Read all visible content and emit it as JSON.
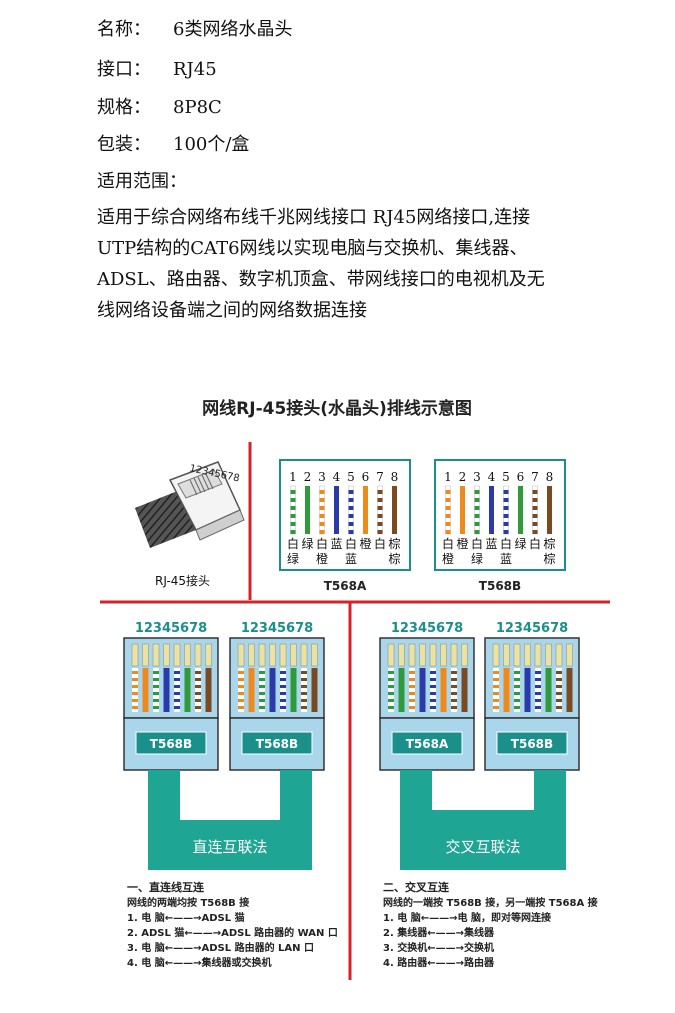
{
  "specs": [
    {
      "label": "名称：",
      "value": "6类网络水晶头"
    },
    {
      "label": "接口：",
      "value": "RJ45"
    },
    {
      "label": "规格：",
      "value": "8P8C"
    },
    {
      "label": "包装：",
      "value": "100个/盒"
    }
  ],
  "usage_label": "适用范围：",
  "description_lines": [
    "适用于综合网络布线千兆网线接口  RJ45网络接口,连接",
    "UTP结构的CAT6网线以实现电脑与交换机、集线器、",
    "ADSL、路由器、数字机顶盒、带网线接口的电视机及无",
    "线网络设备端之间的网络数据连接"
  ],
  "diagram": {
    "title": "网线RJ-45接头(水晶头)排线示意图",
    "plug_pins": "12345678",
    "plug_label": "RJ-45接头",
    "pin_numbers": [
      "1",
      "2",
      "3",
      "4",
      "5",
      "6",
      "7",
      "8"
    ],
    "t568a": {
      "label": "T568A",
      "row1": [
        "白",
        "绿",
        "白",
        "蓝",
        "白",
        "橙",
        "白",
        "棕"
      ],
      "row2": [
        "绿",
        "",
        "橙",
        "",
        "蓝",
        "",
        "",
        "棕"
      ],
      "colors": [
        "#2e9a3a",
        "#2e9a3a",
        "#ee8a1c",
        "#2a3aa8",
        "#2a3aa8",
        "#ee8a1c",
        "#7a4a22",
        "#7a4a22"
      ],
      "striped": [
        true,
        false,
        true,
        false,
        true,
        false,
        true,
        false
      ]
    },
    "t568b": {
      "label": "T568B",
      "row1": [
        "白",
        "橙",
        "白",
        "蓝",
        "白",
        "绿",
        "白",
        "棕"
      ],
      "row2": [
        "橙",
        "",
        "绿",
        "",
        "蓝",
        "",
        "",
        "棕"
      ],
      "colors": [
        "#ee8a1c",
        "#ee8a1c",
        "#2e9a3a",
        "#2a3aa8",
        "#2a3aa8",
        "#2e9a3a",
        "#7a4a22",
        "#7a4a22"
      ],
      "striped": [
        true,
        false,
        true,
        false,
        true,
        false,
        true,
        false
      ]
    },
    "straight": {
      "pins_left": "12345678",
      "pins_right": "12345678",
      "left_label": "T568B",
      "right_label": "T568B",
      "cable_label": "直连互联法",
      "notes": [
        "一、直连线互连",
        "网线的两端均按 T568B 接",
        "1. 电  脑←——→ADSL 猫",
        "2. ADSL 猫←——→ADSL 路由器的 WAN 口",
        "3. 电  脑←——→ADSL 路由器的 LAN 口",
        "4. 电  脑←——→集线器或交换机"
      ]
    },
    "cross": {
      "pins_left": "12345678",
      "pins_right": "12345678",
      "left_label": "T568A",
      "right_label": "T568B",
      "cable_label": "交叉互联法",
      "notes": [
        "二、交叉互连",
        "网线的一端按 T568B 接，另一端按 T568A 接",
        "1. 电  脑←——→电  脑，即对等网连接",
        "2. 集线器←——→集线器",
        "3. 交换机←——→交换机",
        "4. 路由器←——→路由器"
      ]
    },
    "colors": {
      "red_line": "#d8222a",
      "cable_teal": "#1fa594",
      "plug_blue": "#a9d6ea",
      "pin_teal": "#1b8f8a"
    }
  }
}
